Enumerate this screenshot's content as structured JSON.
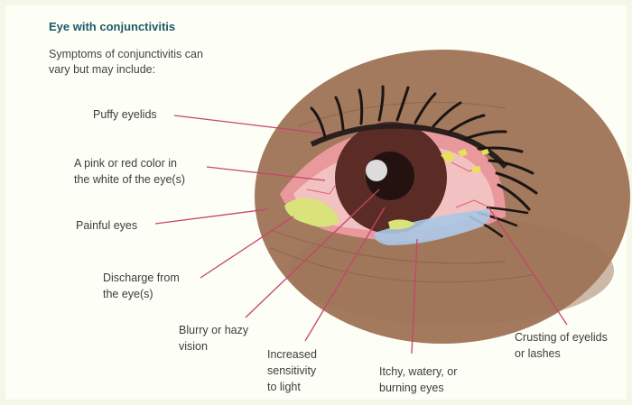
{
  "title": "Eye with conjunctivitis",
  "intro": "Symptoms of conjunctivitis can vary but may include:",
  "labels": {
    "puffy": "Puffy eyelids",
    "pink_line1": "A pink or red color in",
    "pink_line2": "the white of the eye(s)",
    "painful": "Painful eyes",
    "discharge_line1": "Discharge from",
    "discharge_line2": "the eye(s)",
    "blurry_line1": "Blurry or hazy",
    "blurry_line2": "vision",
    "sensitivity_line1": "Increased",
    "sensitivity_line2": "sensitivity",
    "sensitivity_line3": "to light",
    "itchy_line1": "Itchy, watery, or",
    "itchy_line2": "burning eyes",
    "crusting_line1": "Crusting of eyelids",
    "crusting_line2": "or lashes"
  },
  "colors": {
    "accent": "#c8436b",
    "title": "#1f5a66",
    "skin": "#a47a5f",
    "iris": "#5b2b26",
    "sclera": "#f2c1c1",
    "discharge": "#d9e37a",
    "tears": "#a8c8e6"
  }
}
